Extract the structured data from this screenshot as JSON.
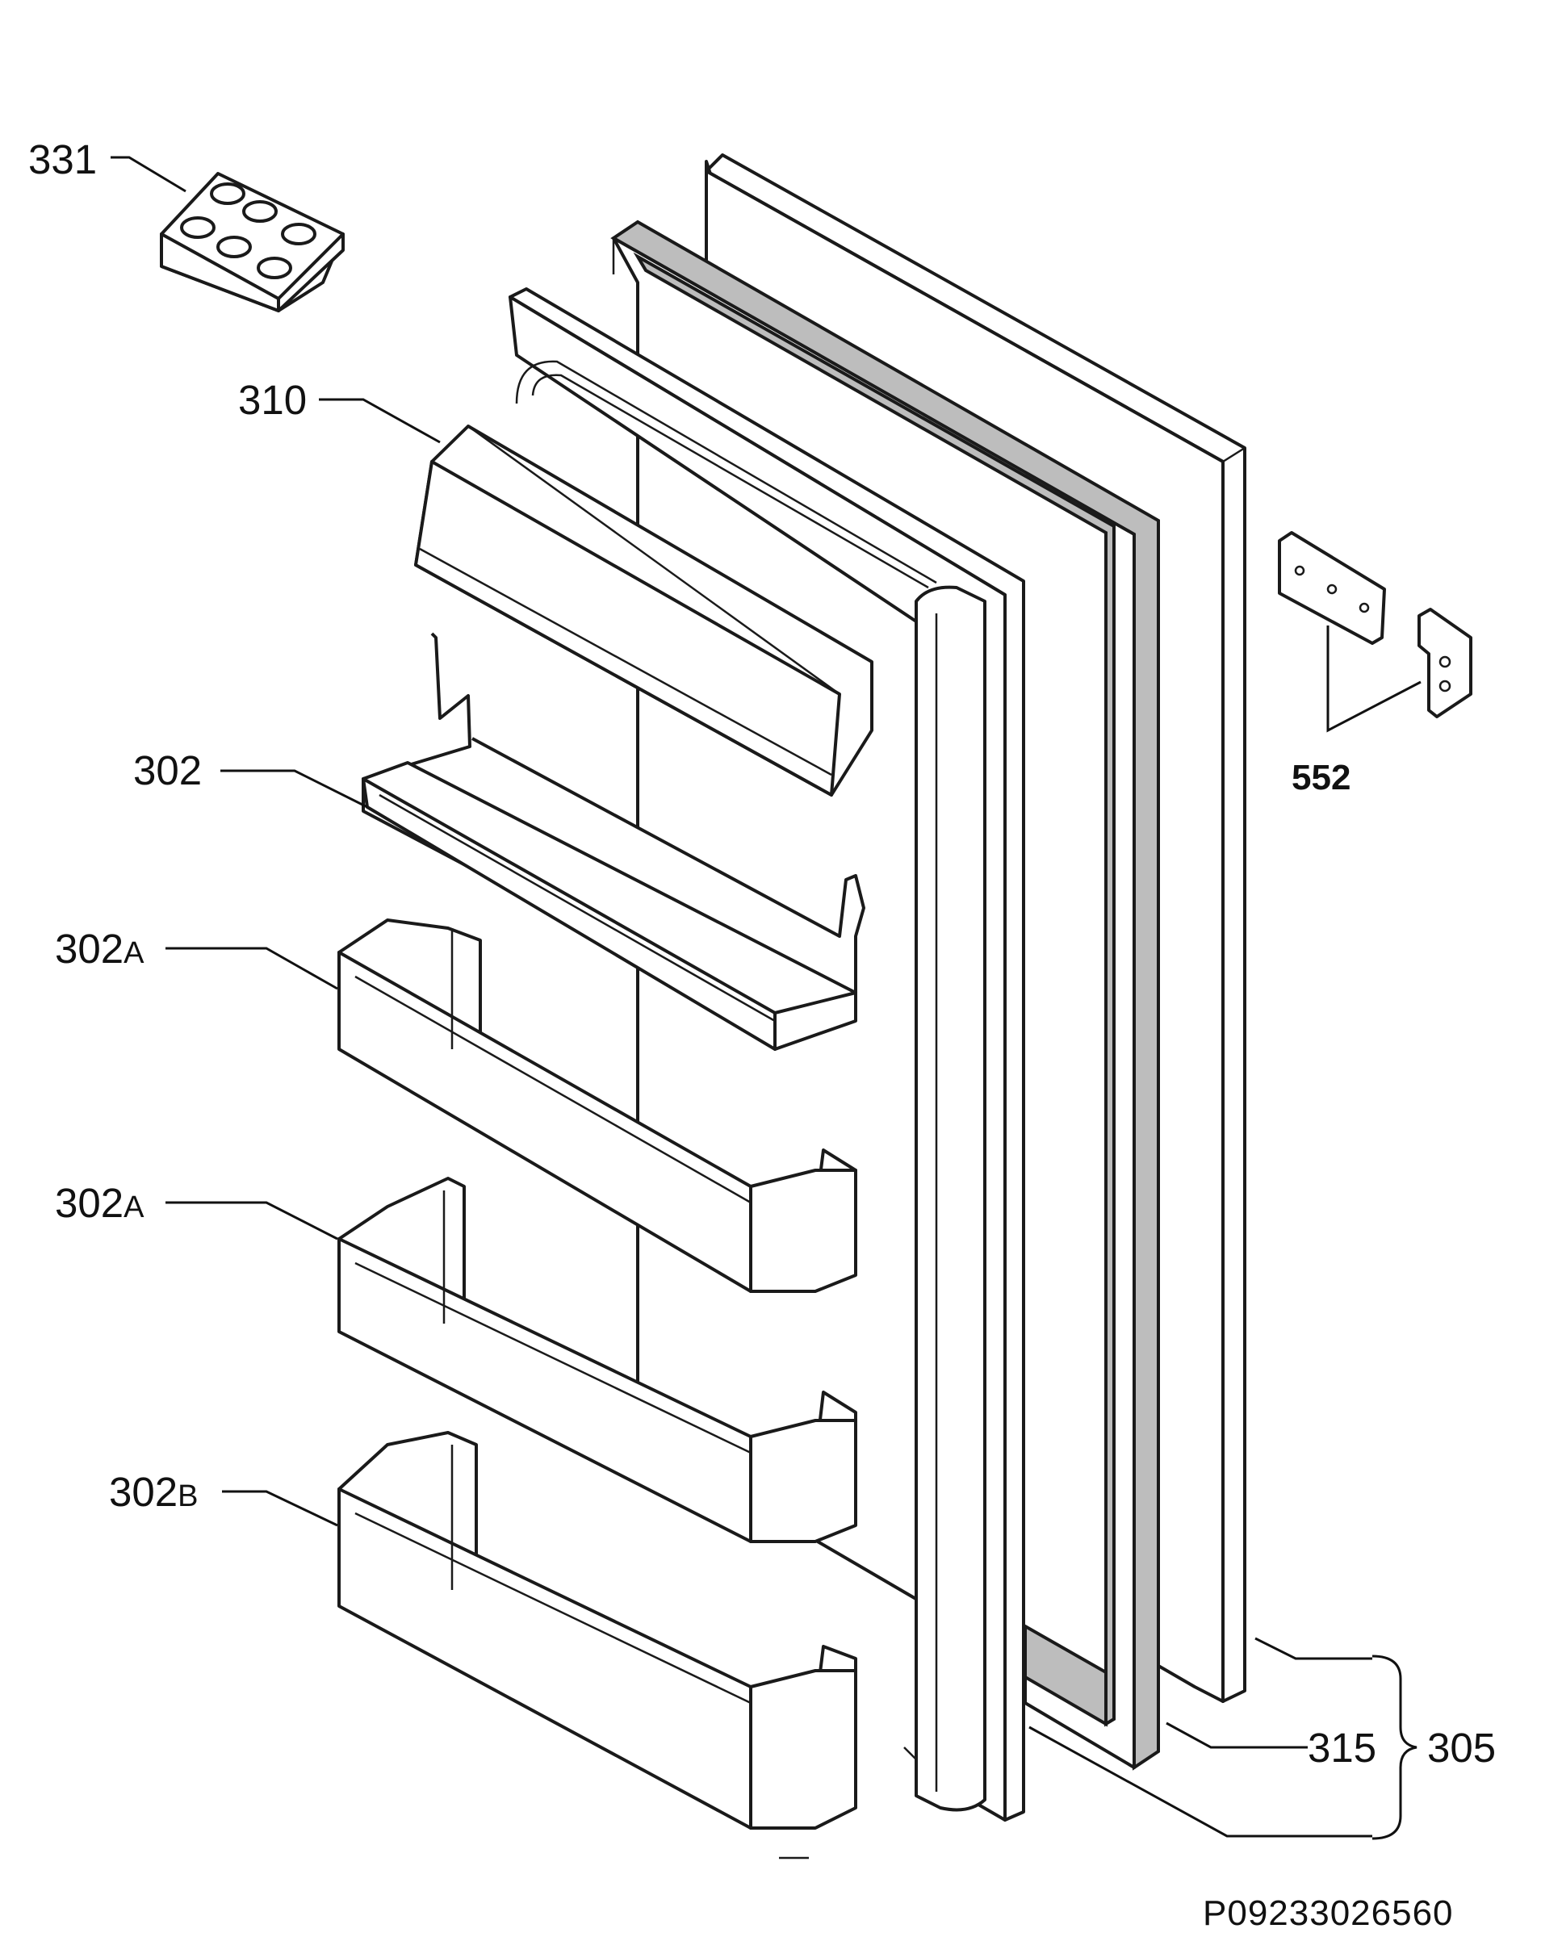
{
  "labels": {
    "egg_tray": "331",
    "dairy_compartment": "310",
    "shelf_302": "302",
    "shelf_302a_1_num": "302",
    "shelf_302a_1_suffix": "A",
    "shelf_302a_2_num": "302",
    "shelf_302a_2_suffix": "A",
    "shelf_302b_num": "302",
    "shelf_302b_suffix": "B",
    "hinge": "552",
    "gasket": "315",
    "door_assembly": "305"
  },
  "reference_code": "P09233026560"
}
